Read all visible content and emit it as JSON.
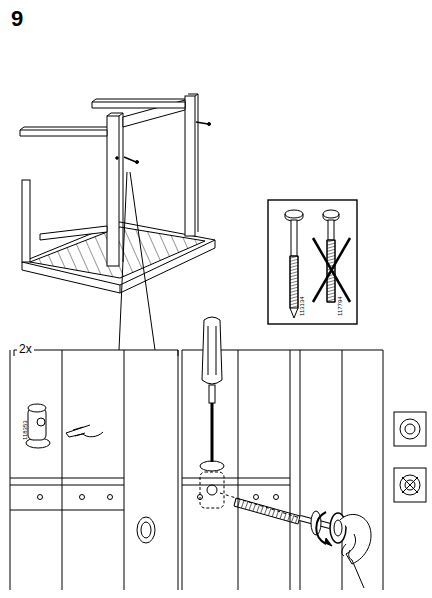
{
  "diagram": {
    "title": "9",
    "labels": [
      "2x",
      "113134",
      "117794",
      "118353"
    ]
  }
}
